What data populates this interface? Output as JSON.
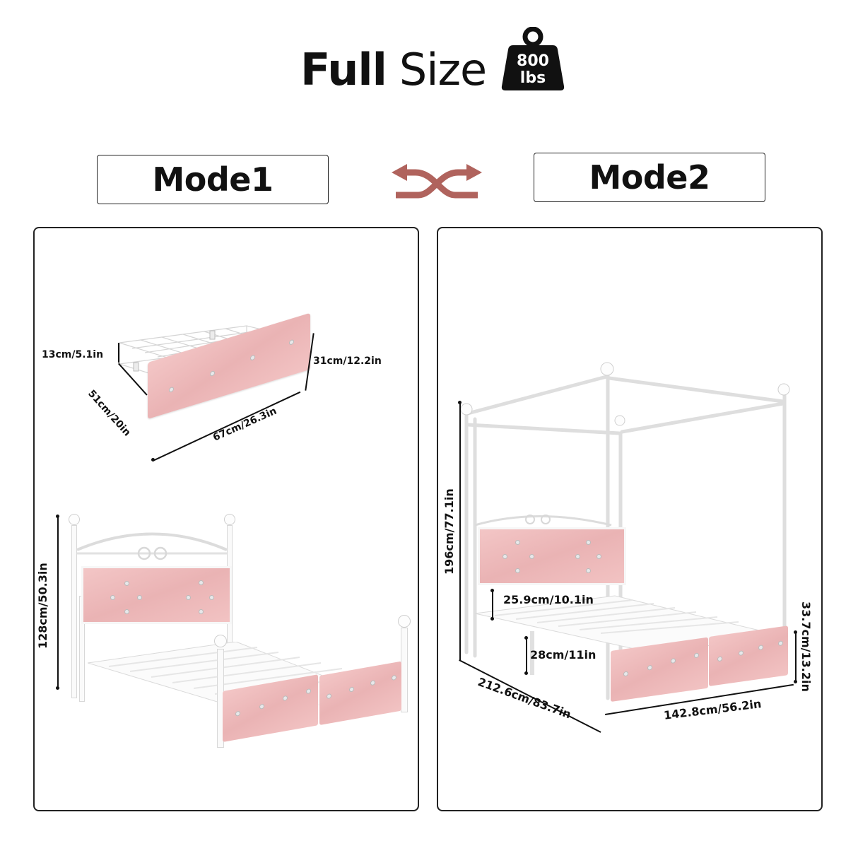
{
  "header": {
    "title_bold": "Full",
    "title_light": "Size",
    "weight_badge": {
      "icon": "weight-icon",
      "value": "800",
      "unit": "lbs"
    }
  },
  "modes": {
    "mode1_label": "Mode1",
    "mode2_label": "Mode2",
    "swap_icon": "swap-arrows-icon",
    "swap_color": "#b0635d"
  },
  "panel_left": {
    "drawer": {
      "height": "13cm/5.1in",
      "depth": "51cm/20in",
      "width": "67cm/26.3in",
      "front_height": "31cm/12.2in"
    },
    "bed": {
      "height": "128cm/50.3in"
    }
  },
  "panel_right": {
    "canopy_height": "196cm/77.1in",
    "headboard_clearance": "25.9cm/10.1in",
    "under_bed_clearance": "28cm/11in",
    "footboard_height": "33.7cm/13.2in",
    "length": "212.6cm/83.7in",
    "width": "142.8cm/56.2in"
  },
  "colors": {
    "upholstery": "#eeb9b9",
    "frame": "#fafafa",
    "border": "#222222"
  }
}
